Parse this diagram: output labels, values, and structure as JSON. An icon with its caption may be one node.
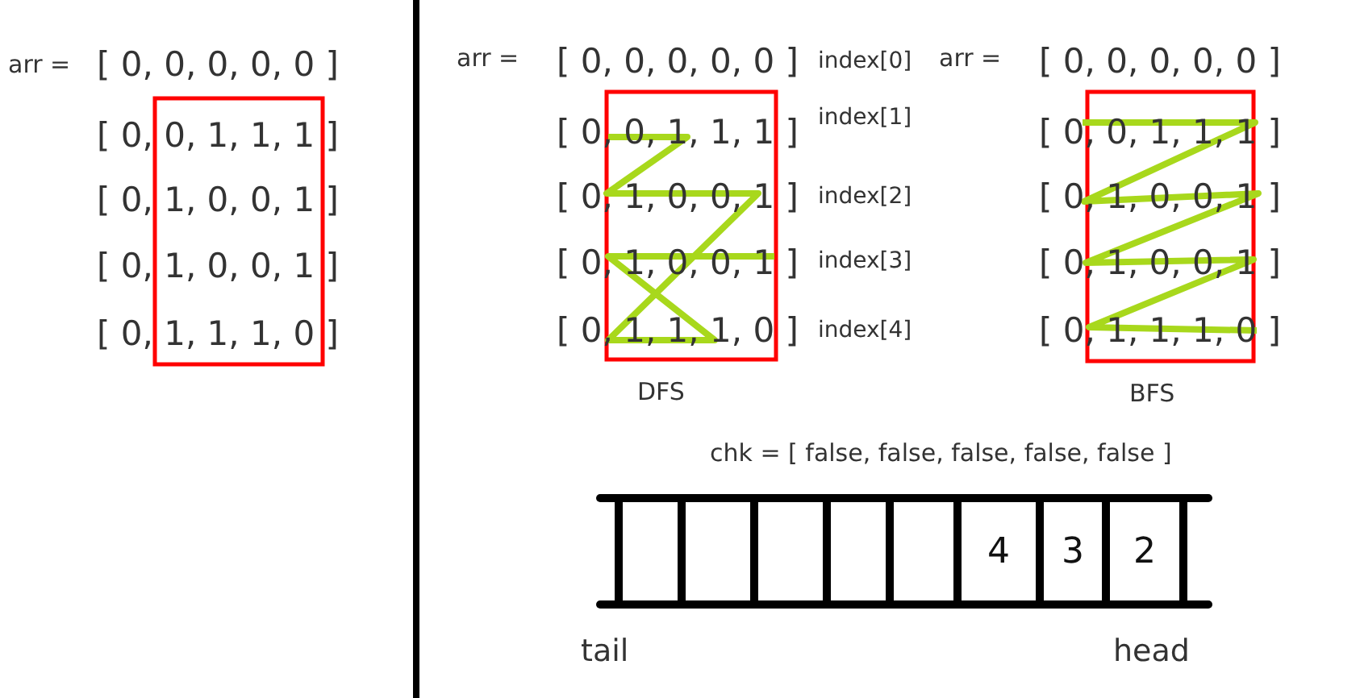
{
  "diagram": {
    "nodes": [
      {
        "text": [],
        "shape": "box"
      },
      {
        "text": [],
        "shape": "box"
      },
      {
        "text": [],
        "shape": "box"
      },
      {
        "text": [],
        "shape": "box"
      },
      {
        "text": [],
        "shape": "box"
      },
      {
        "text": [
          "4"
        ]
      },
      {
        "text": [
          "3"
        ]
      },
      {
        "text": [
          "2"
        ]
      }
    ],
    "labels": [
      "arr =",
      "[ 0, 0, 0, 0, 0 ]",
      "[ 0, 0, 1, 1, 1 ]",
      "[ 0, 1, 0, 0, 1 ]",
      "[ 0, 1, 0, 0, 1 ]",
      "[ 0, 1, 1, 1, 0 ]",
      "arr =",
      "[ 0, 0, 0, 0, 0 ]",
      "[ 0, 0, 1, 1, 1 ]",
      "[ 0, 1, 0, 0, 1 ]",
      "[ 0, 1, 0, 0, 1 ]",
      "[ 0, 1, 1, 1, 0 ]",
      "index[0]",
      "index[1]",
      "index[2]",
      "index[3]",
      "index[4]",
      "DFS",
      "arr =",
      "[ 0, 0, 0, 0, 0 ]",
      "[ 0, 0, 1, 1, 1 ]",
      "[ 0, 1, 0, 0, 1 ]",
      "[ 0, 1, 0, 0, 1 ]",
      "[ 0, 1, 1, 1, 0 ]",
      "BFS",
      "chk =  [ false, false, false, false, false ]",
      "tail",
      "head"
    ]
  }
}
